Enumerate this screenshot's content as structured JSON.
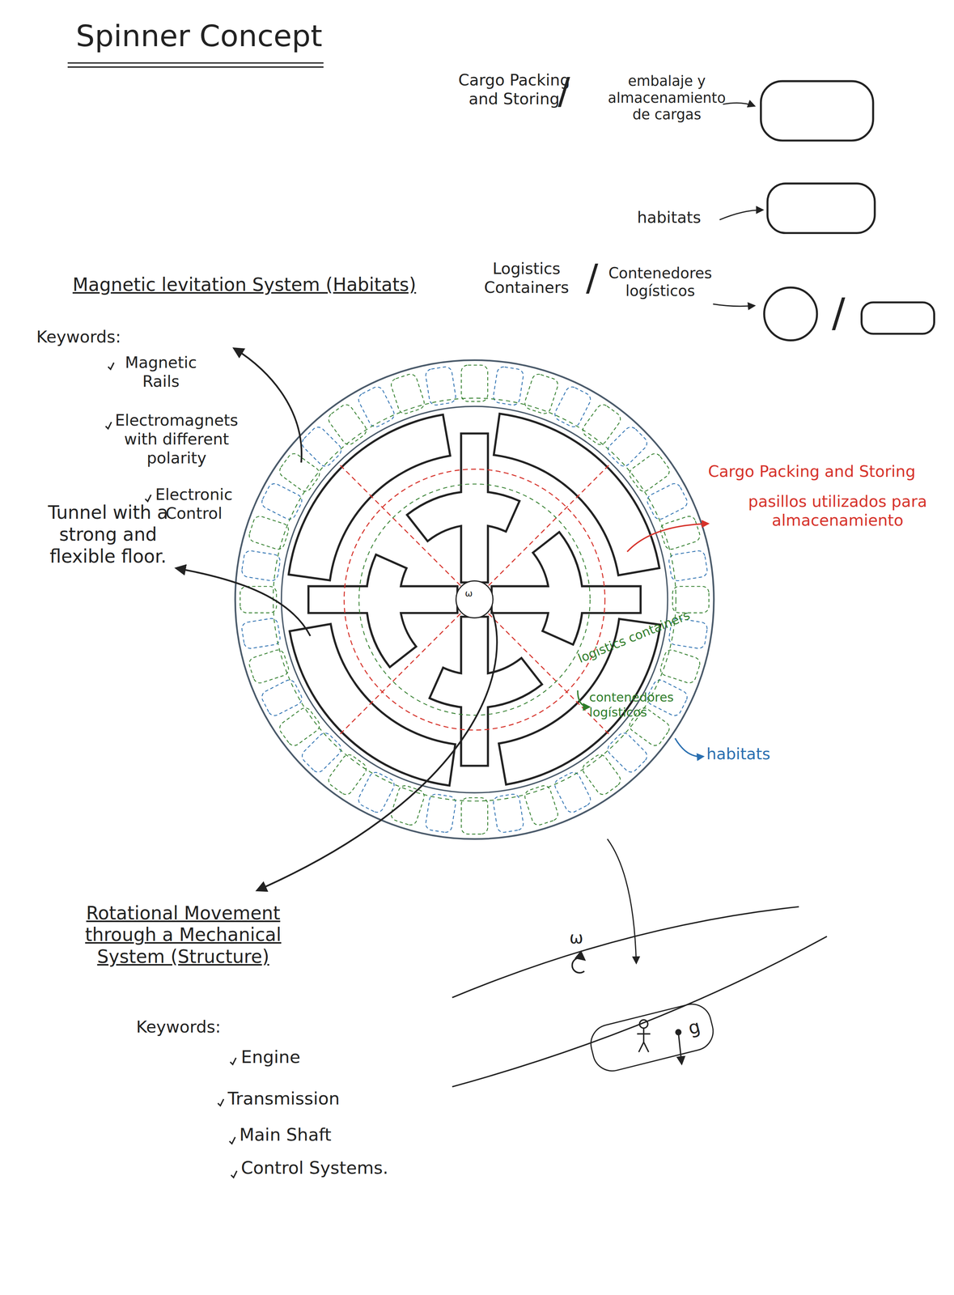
{
  "diagram": {
    "title": "Spinner Concept",
    "nodes": [
      {
        "text": [
          "ω"
        ]
      },
      {
        "text": [
          "g"
        ]
      }
    ],
    "labels": [
      "Cargo Packing and Storing",
      "/",
      "embalaje y almacenamiento de cargas",
      "habitats",
      "Logistics Containers",
      "/",
      "Contenedores logísticos",
      "/",
      "Magnetic levitation System (Habitats)",
      "Keywords:",
      "Magnetic Rails",
      "Electromagnets with different polarity",
      "Electronic Control",
      "Tunnel with a strong and flexible floor.",
      "Cargo Packing and Storing",
      "pasillos utilizados para almacenamiento",
      "logistics containers",
      "contenedores logísticos",
      "habitats",
      "Rotational Movement through a Mechanical System (Structure)",
      "Keywords:",
      "Engine",
      "Transmission",
      "Main Shaft",
      "Control Systems.",
      "ω"
    ]
  }
}
